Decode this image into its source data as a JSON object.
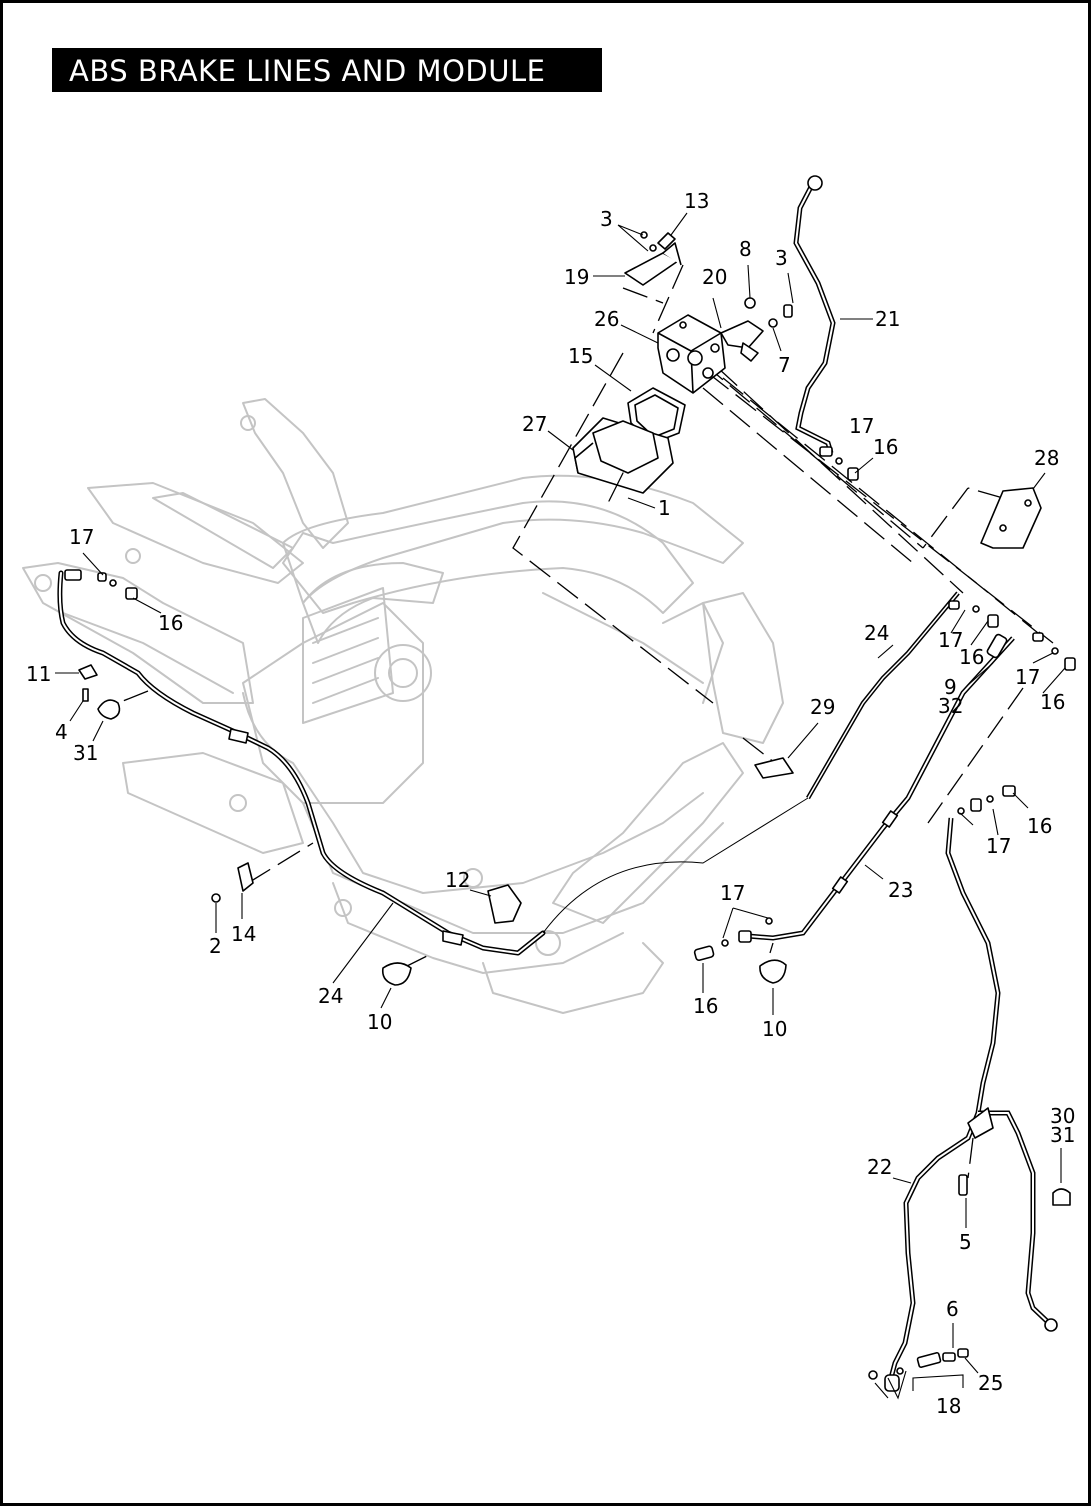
{
  "title": "ABS BRAKE LINES AND MODULE",
  "callouts": [
    "1",
    "2",
    "3",
    "3",
    "4",
    "5",
    "6",
    "7",
    "8",
    "9",
    "32",
    "10",
    "10",
    "11",
    "12",
    "13",
    "14",
    "15",
    "16",
    "16",
    "16",
    "16",
    "16",
    "16",
    "17",
    "17",
    "17",
    "17",
    "17",
    "17",
    "18",
    "19",
    "20",
    "21",
    "22",
    "23",
    "24",
    "24",
    "25",
    "26",
    "27",
    "28",
    "29",
    "30",
    "31",
    "31"
  ]
}
